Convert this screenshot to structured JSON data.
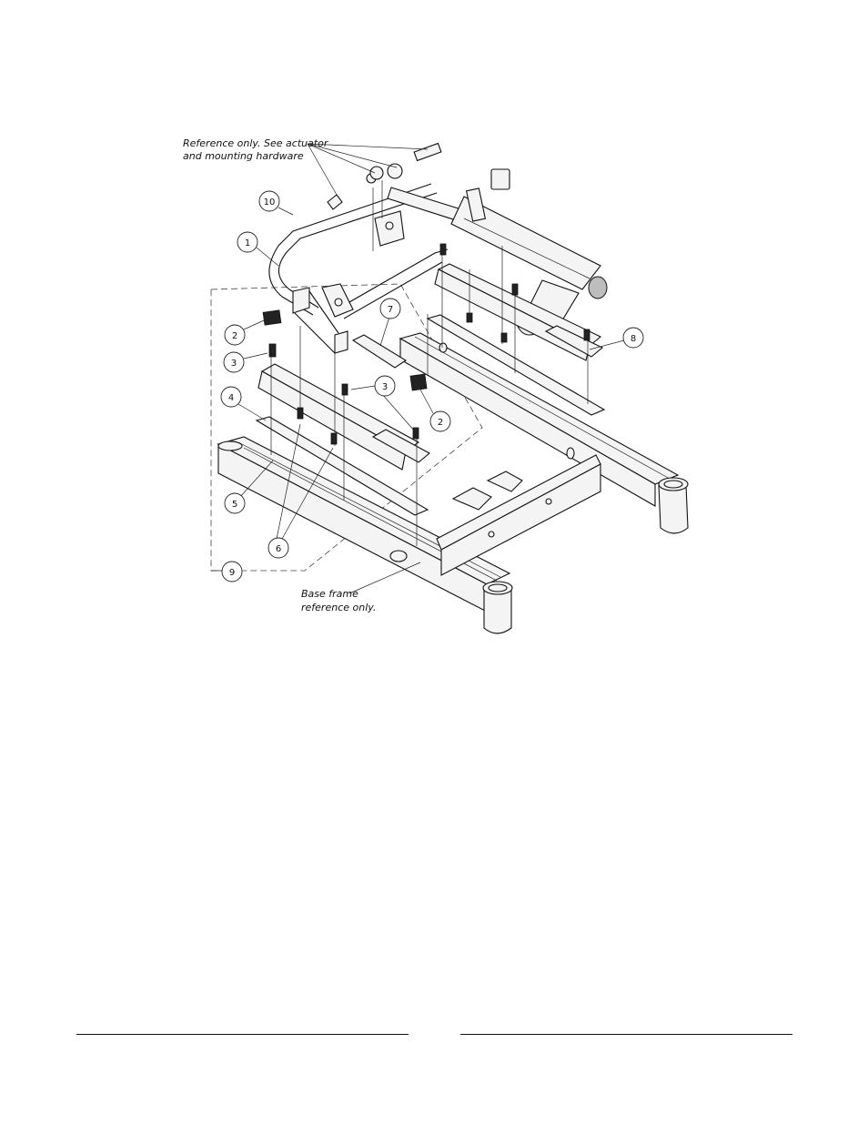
{
  "annotations": {
    "actuator_note_line1": "Reference only. See actuator",
    "actuator_note_line2": "and mounting hardware",
    "base_note_line1": "Base frame",
    "base_note_line2": "reference only."
  },
  "callouts": [
    "1",
    "2",
    "2",
    "3",
    "3",
    "4",
    "5",
    "6",
    "7",
    "8",
    "9",
    "10"
  ],
  "footer": {
    "left_rule": true,
    "right_rule": true
  }
}
